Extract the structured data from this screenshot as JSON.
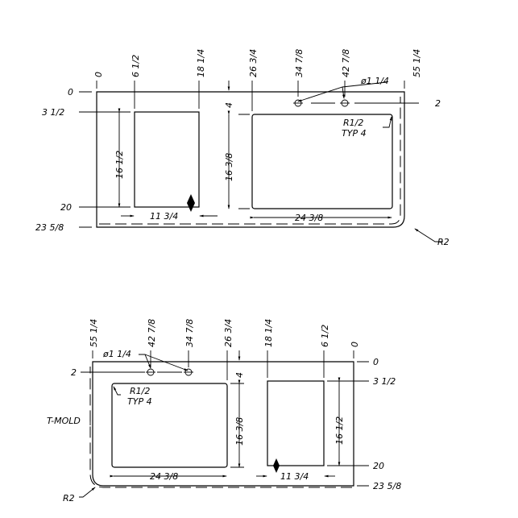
{
  "top_view": {
    "x_labels": [
      "0",
      "6 1/2",
      "18 1/4",
      "26 3/4",
      "34 7/8",
      "42 7/8",
      "55 1/4"
    ],
    "y_labels": [
      "0",
      "3 1/2",
      "20",
      "23 5/8"
    ],
    "hole_row_label": "2",
    "hole_callout": "ø1 1/4",
    "gap_dim": "4",
    "left_cutout_height": "16 1/2",
    "left_cutout_width": "11 3/4",
    "sink_height": "16 3/8",
    "sink_width": "24 3/8",
    "corner_radius": "R1/2",
    "corner_typ": "TYP 4",
    "outer_radius": "R2"
  },
  "bottom_view": {
    "x_labels": [
      "55 1/4",
      "42 7/8",
      "34 7/8",
      "26 3/4",
      "18 1/4",
      "6 1/2",
      "0"
    ],
    "y_labels": [
      "0",
      "3 1/2",
      "20",
      "23 5/8"
    ],
    "hole_row_label": "2",
    "hole_callout": "ø1 1/4",
    "gap_dim": "4",
    "right_cutout_height": "16 1/2",
    "right_cutout_width": "11 3/4",
    "sink_height": "16 3/8",
    "sink_width": "24 3/8",
    "corner_radius": "R1/2",
    "corner_typ": "TYP 4",
    "outer_radius": "R2",
    "edge_label": "T-MOLD"
  }
}
